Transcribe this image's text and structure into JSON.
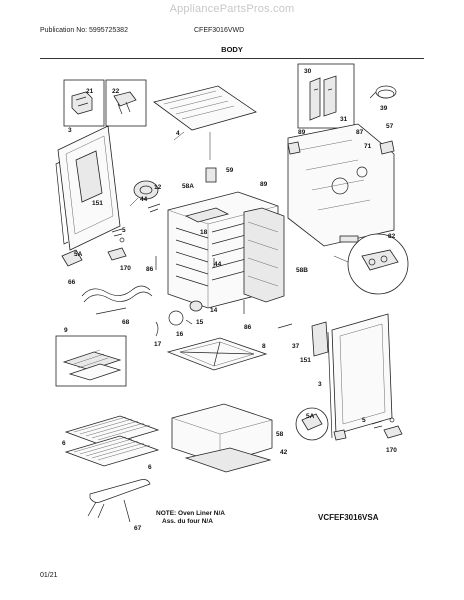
{
  "watermark": "AppliancePartsPros.com",
  "header": {
    "publication": "Publication No: 5995725382",
    "model": "CFEF3016VWD"
  },
  "section_title": "BODY",
  "footer": {
    "note_line1": "NOTE: Oven Liner N/A",
    "note_line2": "Ass. du four N/A",
    "diagram_code": "VCFEF3016VSA",
    "date": "01/21"
  },
  "callouts": {
    "c3a": "3",
    "c4": "4",
    "c21": "21",
    "c22": "22",
    "c30": "30",
    "c31": "31",
    "c39": "39",
    "c57": "57",
    "c71": "71",
    "c87": "87",
    "c89": "89",
    "c59": "59",
    "c12": "12",
    "c44a": "44",
    "c58a": "58A",
    "c151a": "151",
    "c5a": "5",
    "c5aa": "5A",
    "c170a": "170",
    "c18": "18",
    "c86a": "86",
    "c44b": "44",
    "c58b": "58B",
    "c82": "82",
    "c66": "66",
    "c68": "68",
    "c9": "9",
    "c14": "14",
    "c16": "16",
    "c15": "15",
    "c17": "17",
    "c86b": "86",
    "c8": "8",
    "c37": "37",
    "c151b": "151",
    "c3b": "3",
    "c6a": "6",
    "c6b": "6",
    "c58": "58",
    "c42": "42",
    "c5ab": "5A",
    "c5b": "5",
    "c170b": "170",
    "c67": "67",
    "c89b": "89"
  }
}
